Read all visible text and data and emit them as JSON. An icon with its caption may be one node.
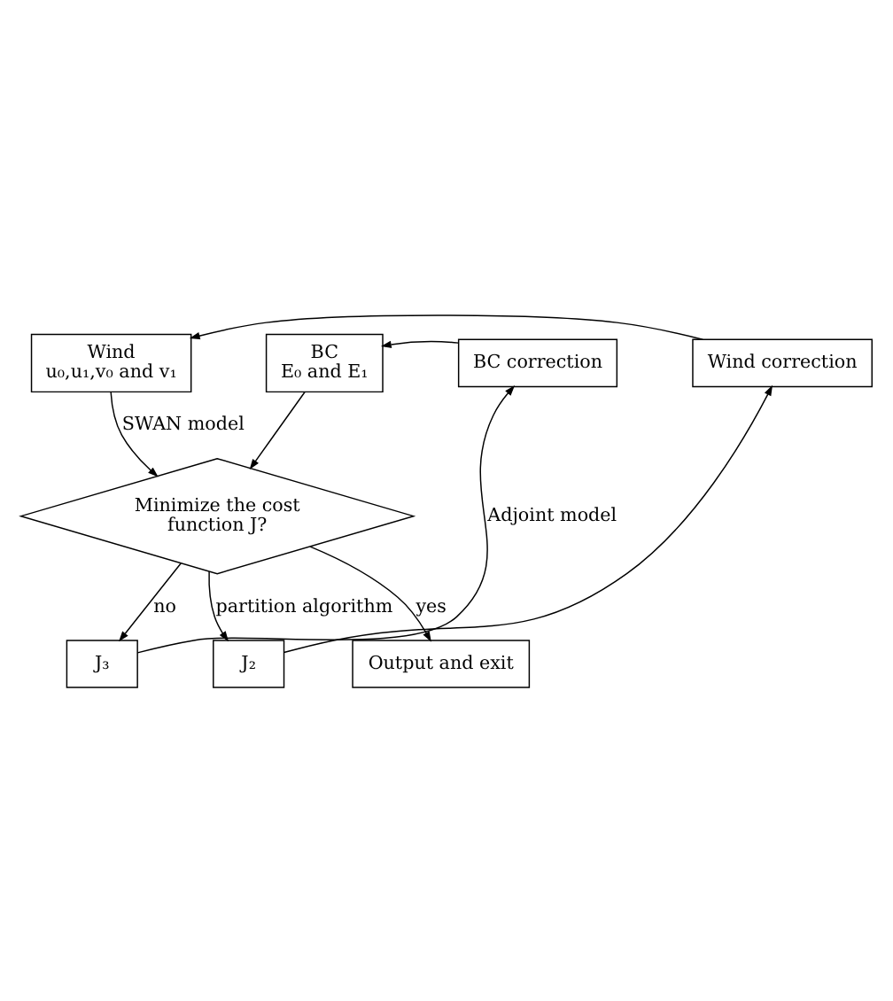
{
  "diagram": {
    "nodes": [
      {
        "text": [
          "Wind",
          "u₀,u₁,v₀ and v₁"
        ]
      },
      {
        "text": [
          "BC",
          "E₀ and E₁"
        ]
      },
      {
        "text": [
          "BC correction"
        ]
      },
      {
        "text": [
          "Wind correction"
        ]
      },
      {
        "text": [
          "J₃"
        ]
      },
      {
        "text": [
          "J₂"
        ]
      },
      {
        "text": [
          "Minimize the cost function J?"
        ]
      },
      {
        "text": [
          "Output and exit"
        ]
      }
    ],
    "edges": [
      {
        "from": 0,
        "to": 6,
        "arrow": "to",
        "label": "SWAN model"
      },
      {
        "from": 1,
        "to": 6,
        "arrow": "to"
      },
      {
        "from": 6,
        "to": 4,
        "arrow": "to",
        "label": "no"
      },
      {
        "from": 6,
        "to": 5,
        "arrow": "to",
        "label": "partition algorithm"
      },
      {
        "from": 4,
        "to": 2,
        "arrow": "to",
        "label": "Adjoint model"
      },
      {
        "from": 5,
        "to": 3,
        "arrow": "to"
      },
      {
        "from": 2,
        "to": 1,
        "arrow": "to"
      },
      {
        "from": 3,
        "to": 0,
        "arrow": "to"
      },
      {
        "from": 6,
        "to": 7,
        "arrow": "to",
        "label": "yes"
      }
    ]
  }
}
